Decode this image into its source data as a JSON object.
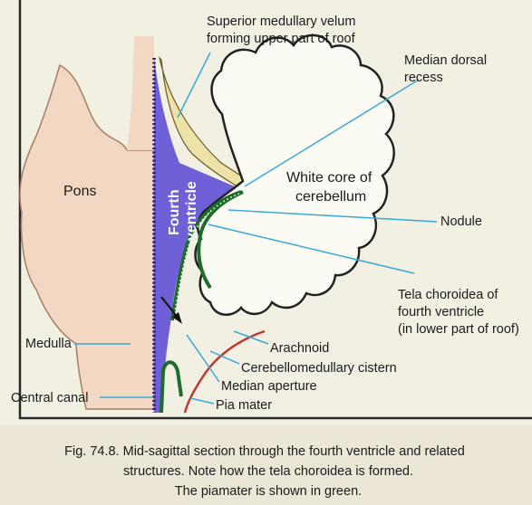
{
  "colors": {
    "pons": "#f2d7c2",
    "ventricle": "#7060d8",
    "velum": "#efe2a8",
    "pia_mater": "#1f6d2a",
    "arachnoid": "#c2362e",
    "leader_lines": "#39a9d8",
    "frame": "#2a2a2a"
  },
  "labels": {
    "superior_velum_line1": "Superior medullary velum",
    "superior_velum_line2": "forming upper part of roof",
    "median_dorsal_line1": "Median dorsal",
    "median_dorsal_line2": "recess",
    "pons": "Pons",
    "fourth_ventricle_line1": "Fourth",
    "fourth_ventricle_line2": "ventricle",
    "white_core_line1": "White core of",
    "white_core_line2": "cerebellum",
    "nodule": "Nodule",
    "tela_line1": "Tela choroidea of",
    "tela_line2": "fourth ventricle",
    "tela_line3": "(in lower part of roof)",
    "medulla": "Medulla",
    "arachnoid": "Arachnoid",
    "cerebellomedullary_cistern": "Cerebellomedullary cistern",
    "median_aperture": "Median aperture",
    "central_canal": "Central canal",
    "pia_mater": "Pia mater"
  },
  "caption": {
    "line1": "Fig. 74.8. Mid-sagittal section through the fourth ventricle and related",
    "line2": "structures. Note how the tela choroidea is formed.",
    "line3": "The piamater is shown in green."
  }
}
